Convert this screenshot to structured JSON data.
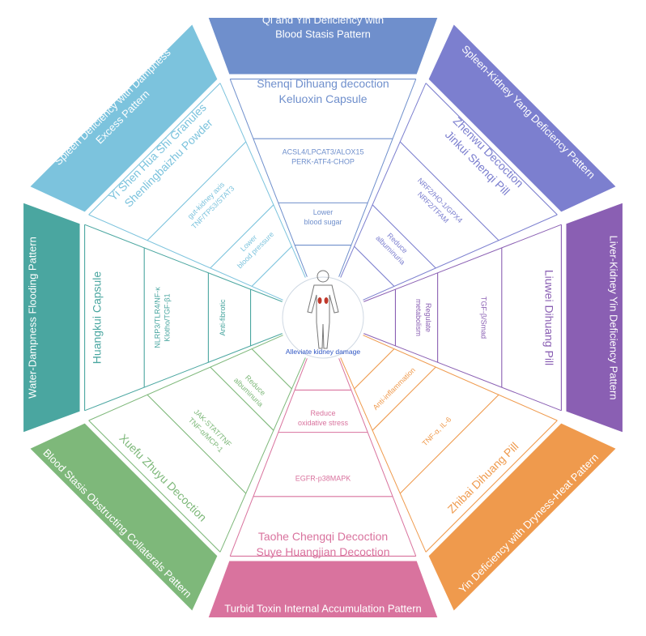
{
  "center": {
    "text": "Alleviate kidney damage"
  },
  "sectors": [
    {
      "id": "qi-yin",
      "color": "#6f8fcc",
      "pattern": "Qi and Yin Deficiency with\nBlood Stasis Pattern",
      "formulas": [
        "Shenqi Dihuang decoction",
        "Keluoxin Capsule"
      ],
      "pathways": [
        "ACSL4/LPCAT3/ALOX15",
        "PERK-ATF4-CHOP"
      ],
      "effect": [
        "Lower",
        "blood sugar"
      ]
    },
    {
      "id": "spleen-kidney-yang",
      "color": "#7c7fcf",
      "pattern": "Spleen-Kidney Yang Deficiency Pattern",
      "formulas": [
        "Zhenwu Decoction",
        "Jinkui Shenqi Pill"
      ],
      "pathways": [
        "NRF2/HO-1/GPX4",
        "NRF2/TFAM"
      ],
      "effect": [
        "Reduce",
        "albuminuria"
      ]
    },
    {
      "id": "liver-kidney-yin",
      "color": "#8a5fb3",
      "pattern": "Liver-Kidney Yin Deficiency Pattern",
      "formulas": [
        "Liuwei Dihuang Pill"
      ],
      "pathways": [
        "TGF-β/Smad"
      ],
      "effect": [
        "Regulate",
        "metabolism"
      ]
    },
    {
      "id": "yin-dryness-heat",
      "color": "#ef9a4d",
      "pattern": "Yin Deficiency with Dryness-Heat Pattern",
      "formulas": [
        "Zhibai Dihuang Pill"
      ],
      "pathways": [
        "TNF-α, IL-6"
      ],
      "effect": [
        "Anti-inflammation"
      ]
    },
    {
      "id": "turbid-toxin",
      "color": "#d9739e",
      "pattern": "Turbid Toxin Internal Accumulation Pattern",
      "formulas": [
        "Taohe Chengqi Decoction",
        "Suye Huangjian Decoction"
      ],
      "pathways": [
        "EGFR-p38MAPK"
      ],
      "effect": [
        "Reduce",
        "oxidative stress"
      ]
    },
    {
      "id": "blood-stasis",
      "color": "#7eb87a",
      "pattern": "Blood Stasis Obstructing Collaterals Pattern",
      "formulas": [
        "Xuefu Zhuyu Decoction"
      ],
      "pathways": [
        "JAK-STAT/TNF",
        "TNF-α/MCP-1"
      ],
      "effect": [
        "Reduce",
        "albuminuria"
      ]
    },
    {
      "id": "water-dampness",
      "color": "#4aa6a0",
      "pattern": "Water-Dampness Flooding Pattern",
      "formulas": [
        "Huangkui Capsule"
      ],
      "pathways": [
        "NLRP3/TLR4/NF-κ",
        "Klotho/TGF-β1"
      ],
      "effect": [
        "Anti-fibrotic"
      ]
    },
    {
      "id": "spleen-dampness",
      "color": "#7cc3dd",
      "pattern": "Spleen Deficiency with Dampness\nExcess Pattern",
      "formulas": [
        "Yi Shen Hua Shi Granules",
        "Shenlingbaizhu Powder"
      ],
      "pathways": [
        "gut-kidney axis",
        "TNF/TP53/STAT3"
      ],
      "effect": [
        "Lower",
        "blood pressure"
      ]
    }
  ]
}
